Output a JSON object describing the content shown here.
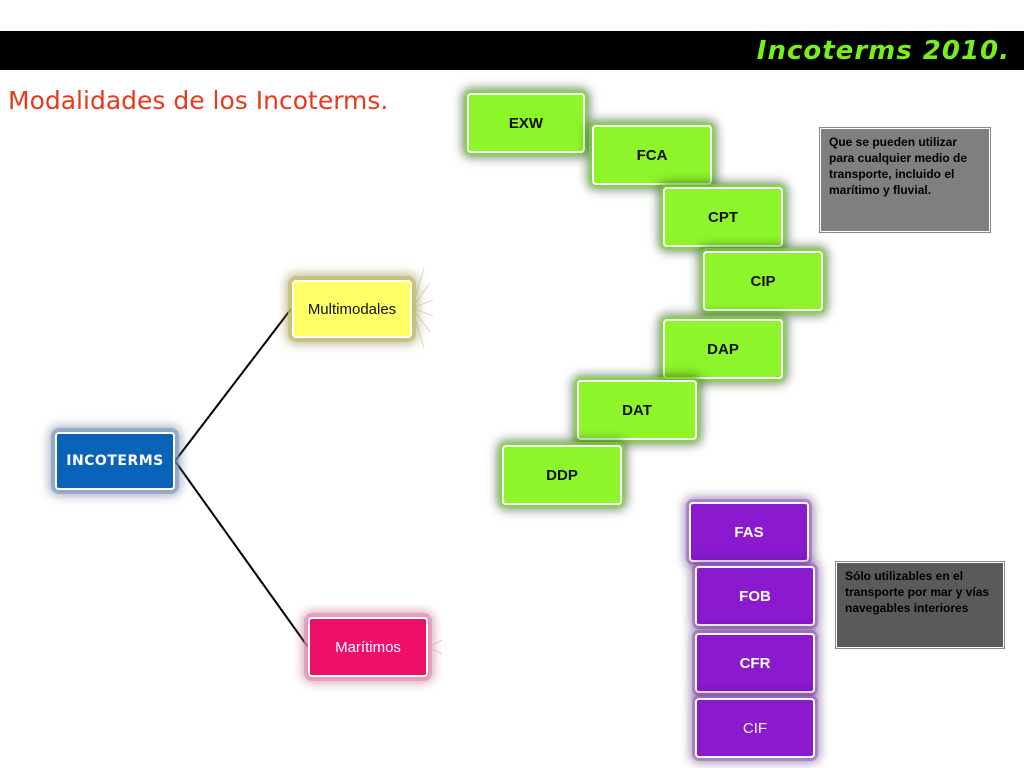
{
  "header": {
    "title": "Incoterms 2010.",
    "bar_color": "#000000",
    "title_color": "#78ef1a"
  },
  "subtitle": "Modalidades de los Incoterms.",
  "diagram": {
    "root": {
      "label": "INCOTERMS",
      "color": "#0a63b8"
    },
    "branches": [
      {
        "label": "Multimodales",
        "color": "#ffff66"
      },
      {
        "label": "Marítimos",
        "color": "#ee0f6a"
      }
    ],
    "multimodal_terms": [
      "EXW",
      "FCA",
      "CPT",
      "CIP",
      "DAP",
      "DAT",
      "DDP"
    ],
    "maritime_terms": [
      "FAS",
      "FOB",
      "CFR",
      "CIF"
    ],
    "notes": {
      "multimodal": "Que se pueden utilizar para cualquier medio de transporte, incluido el marítimo y fluvial.",
      "maritime": "Sólo utilizables en el transporte por mar y vías navegables interiores"
    },
    "colors": {
      "multimodal_term": "#8ef52a",
      "maritime_term": "#8a19d0",
      "connector": "#000000"
    }
  }
}
